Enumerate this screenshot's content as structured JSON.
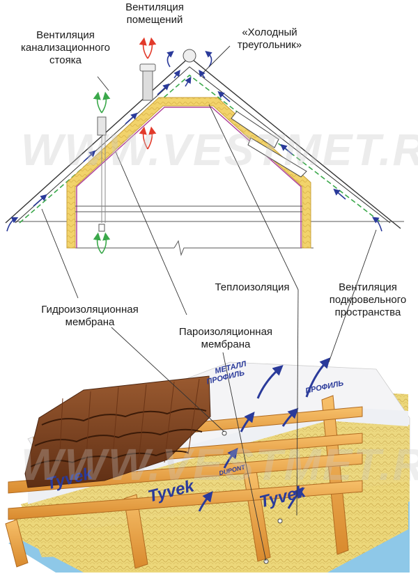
{
  "labels": {
    "room_ventilation": "Вентиляция\nпомещений",
    "sewer_riser_ventilation": "Вентиляция\nканализационного\nстояка",
    "cold_triangle": "«Холодный\nтреугольник»",
    "thermal_insulation": "Теплоизоляция",
    "waterproofing_membrane": "Гидроизоляционная\nмембрана",
    "under_roof_ventilation": "Вентиляция\nподкровельного\nпространства",
    "vapor_barrier_membrane": "Пароизоляционная\nмембрана"
  },
  "watermark": "WWW.VESTMET.RU",
  "membrane_prints": {
    "tyvek": "Tyvek",
    "metal_profile_top": "МЕТАЛЛ",
    "metal_profile_bottom": "ПРОФИЛЬ",
    "dupont": "DUPONT"
  },
  "colors": {
    "insulation": "#f2d36b",
    "insulation_border": "#c9a23a",
    "vapor_barrier": "#b0449a",
    "waterproof_green": "#3aa84a",
    "airflow_blue": "#2a3a9a",
    "warm_air_red": "#e23a2a",
    "roof_tile": "#7a3f1e",
    "batten_wood": "#f0a94a",
    "membrane_white": "#f4f4f6",
    "base_blue": "#8ec8e8"
  }
}
